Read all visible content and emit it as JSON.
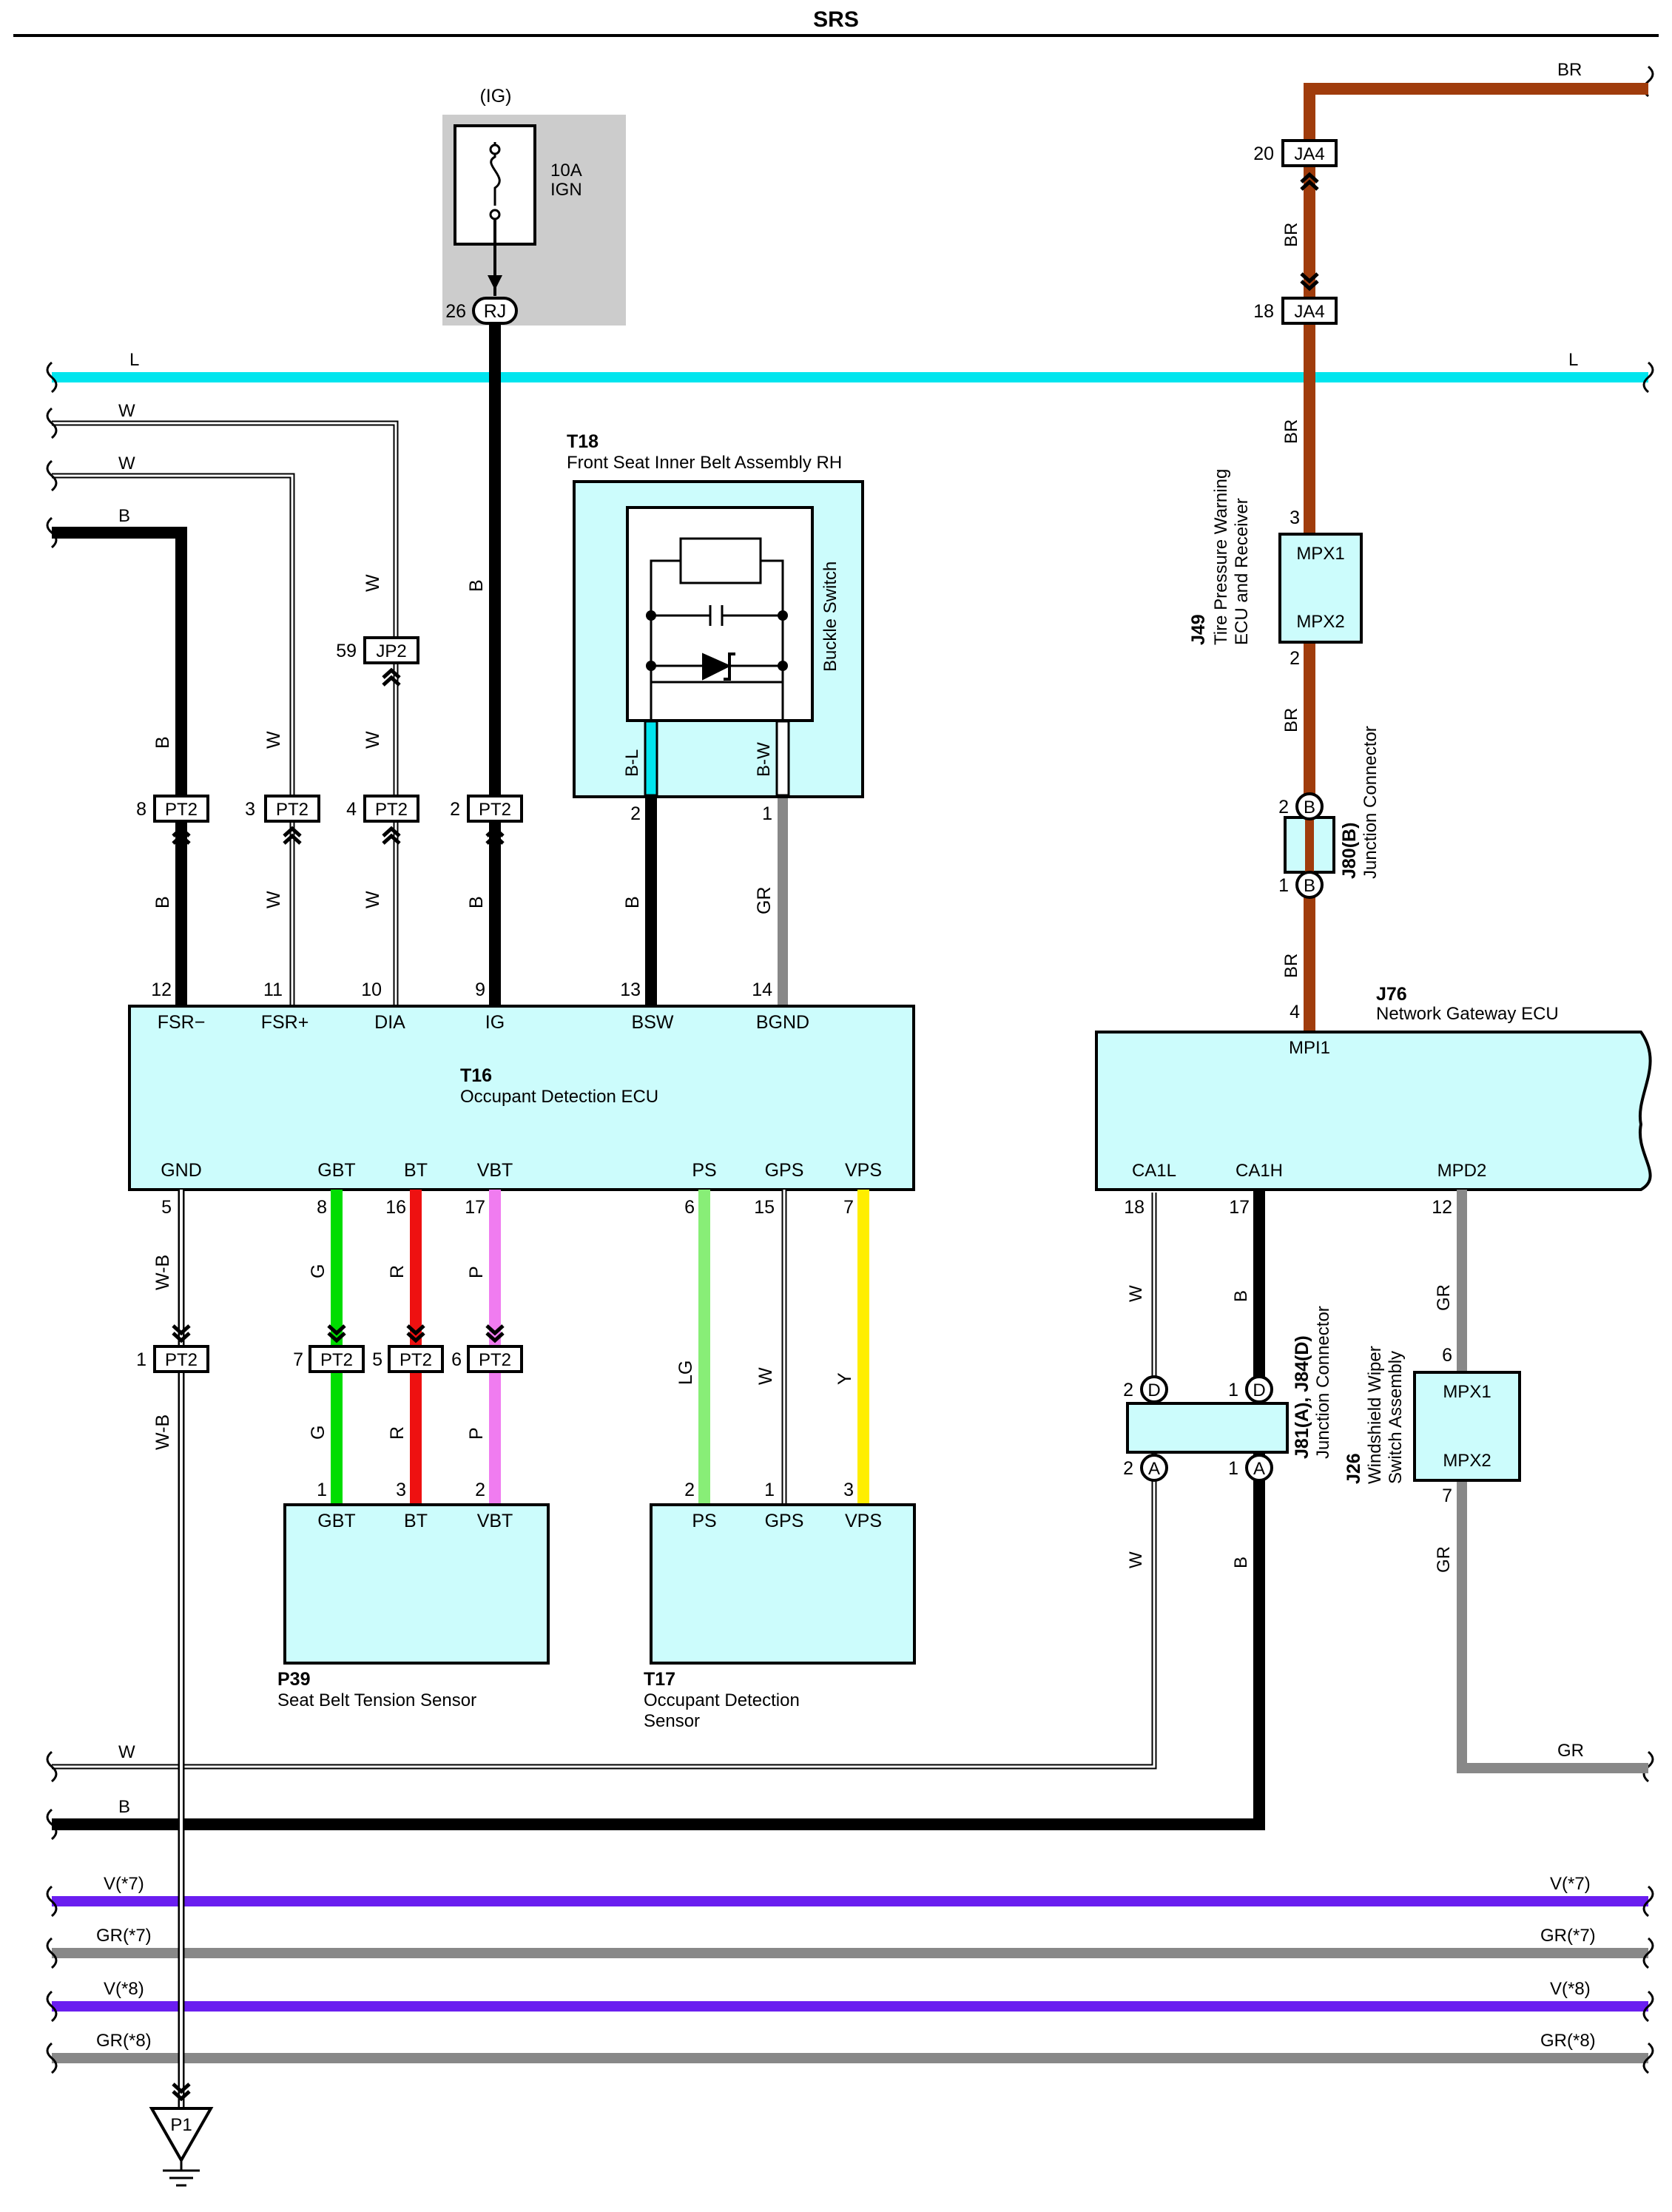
{
  "title": "SRS",
  "fuse": {
    "source": "(IG)",
    "rating": "10A",
    "name": "IGN",
    "pin": "26",
    "connector": "RJ"
  },
  "wires": {
    "L": "L",
    "BR": "BR",
    "W": "W",
    "B": "B",
    "GR": "GR",
    "G": "G",
    "R": "R",
    "P": "P",
    "LG": "LG",
    "Y": "Y",
    "WB": "W-B",
    "BL": "B-L",
    "BW": "B-W",
    "V7": "V(*7)",
    "GR7": "GR(*7)",
    "V8": "V(*8)",
    "GR8": "GR(*8)"
  },
  "connectors": {
    "JA4": "JA4",
    "JP2": "JP2",
    "PT2": "PT2",
    "P1": "P1",
    "A": "A",
    "B": "B",
    "D": "D"
  },
  "pins": {
    "p20": "20",
    "p18": "18",
    "p3": "3",
    "p2": "2",
    "p1": "1",
    "p59": "59",
    "p8": "8",
    "p4": "4",
    "p12": "12",
    "p11": "11",
    "p10": "10",
    "p9": "9",
    "p13": "13",
    "p14": "14",
    "p5": "5",
    "p16": "16",
    "p17": "17",
    "p6": "6",
    "p15": "15",
    "p7": "7"
  },
  "components": {
    "T18": {
      "id": "T18",
      "name": "Front Seat Inner Belt Assembly RH",
      "switch": "Buckle Switch"
    },
    "T16": {
      "id": "T16",
      "name": "Occupant Detection ECU",
      "top": [
        "FSR−",
        "FSR+",
        "DIA",
        "IG",
        "BSW",
        "BGND"
      ],
      "bottom": [
        "GND",
        "GBT",
        "BT",
        "VBT",
        "PS",
        "GPS",
        "VPS"
      ]
    },
    "P39": {
      "id": "P39",
      "name": "Seat Belt Tension Sensor",
      "pins": [
        "GBT",
        "BT",
        "VBT"
      ]
    },
    "T17": {
      "id": "T17",
      "name1": "Occupant Detection",
      "name2": "Sensor",
      "pins": [
        "PS",
        "GPS",
        "VPS"
      ]
    },
    "J49": {
      "id": "J49",
      "name1": "Tire Pressure Warning",
      "name2": "ECU and Receiver",
      "pin1": "MPX1",
      "pin2": "MPX2"
    },
    "J80": {
      "id": "J80(B)",
      "name": "Junction Connector"
    },
    "J76": {
      "id": "J76",
      "name": "Network Gateway ECU",
      "top": "MPI1",
      "bottom": [
        "CA1L",
        "CA1H",
        "MPD2"
      ]
    },
    "J81": {
      "id": "J81(A), J84(D)",
      "name": "Junction Connector"
    },
    "J26": {
      "id": "J26",
      "name1": "Windshield Wiper",
      "name2": "Switch Assembly",
      "pin1": "MPX1",
      "pin2": "MPX2"
    }
  },
  "colors": {
    "L": "#00e5ee",
    "BR": "#a03c0c",
    "B": "#000000",
    "W": "#ffffff",
    "GR": "#888888",
    "G": "#00dd00",
    "R": "#ee1111",
    "P": "#f07cf0",
    "LG": "#88ee77",
    "Y": "#ffee00",
    "V": "#6a1ef0",
    "box": "#ccfcfc",
    "fuse_bg": "#cccccc"
  }
}
